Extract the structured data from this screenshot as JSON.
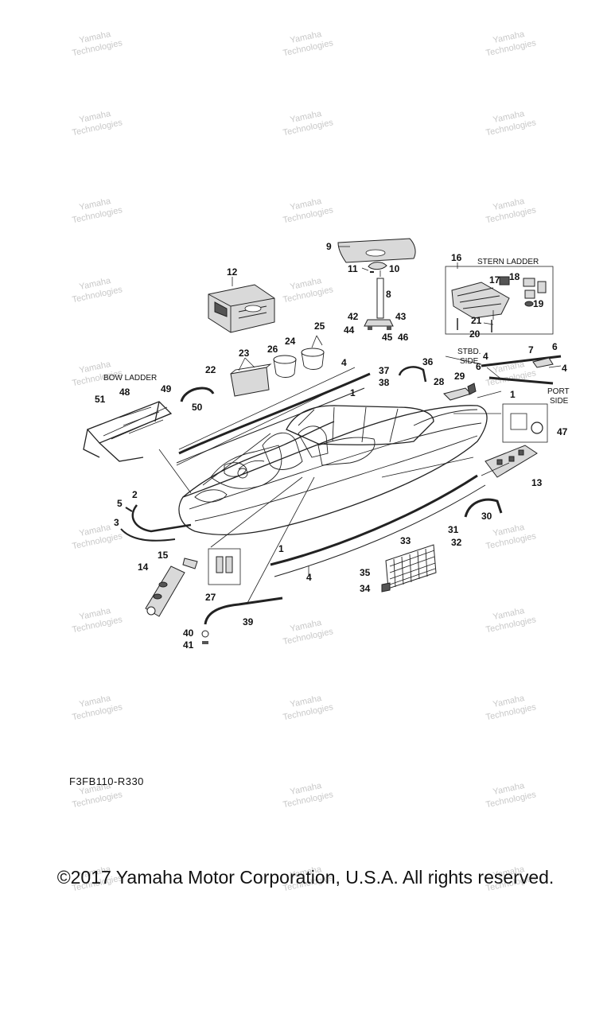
{
  "diagram": {
    "code": "F3FB110-R330",
    "copyright": "©2017 Yamaha Motor Corporation, U.S.A. All rights reserved.",
    "labels": {
      "stern_ladder": "STERN LADDER",
      "bow_ladder": "BOW LADDER",
      "stbd": "STBD.",
      "stbd_side": "SIDE",
      "port": "PORT",
      "port_side": "SIDE"
    },
    "callouts": [
      "1",
      "2",
      "3",
      "4",
      "5",
      "6",
      "7",
      "8",
      "9",
      "10",
      "11",
      "12",
      "13",
      "14",
      "15",
      "16",
      "17",
      "18",
      "19",
      "20",
      "21",
      "22",
      "23",
      "24",
      "25",
      "26",
      "27",
      "28",
      "29",
      "30",
      "31",
      "32",
      "33",
      "34",
      "35",
      "36",
      "37",
      "38",
      "39",
      "40",
      "41",
      "42",
      "43",
      "44",
      "45",
      "46",
      "47",
      "48",
      "49",
      "50",
      "51"
    ],
    "watermark_line1": "Yamaha",
    "watermark_line2": "Technologies"
  }
}
